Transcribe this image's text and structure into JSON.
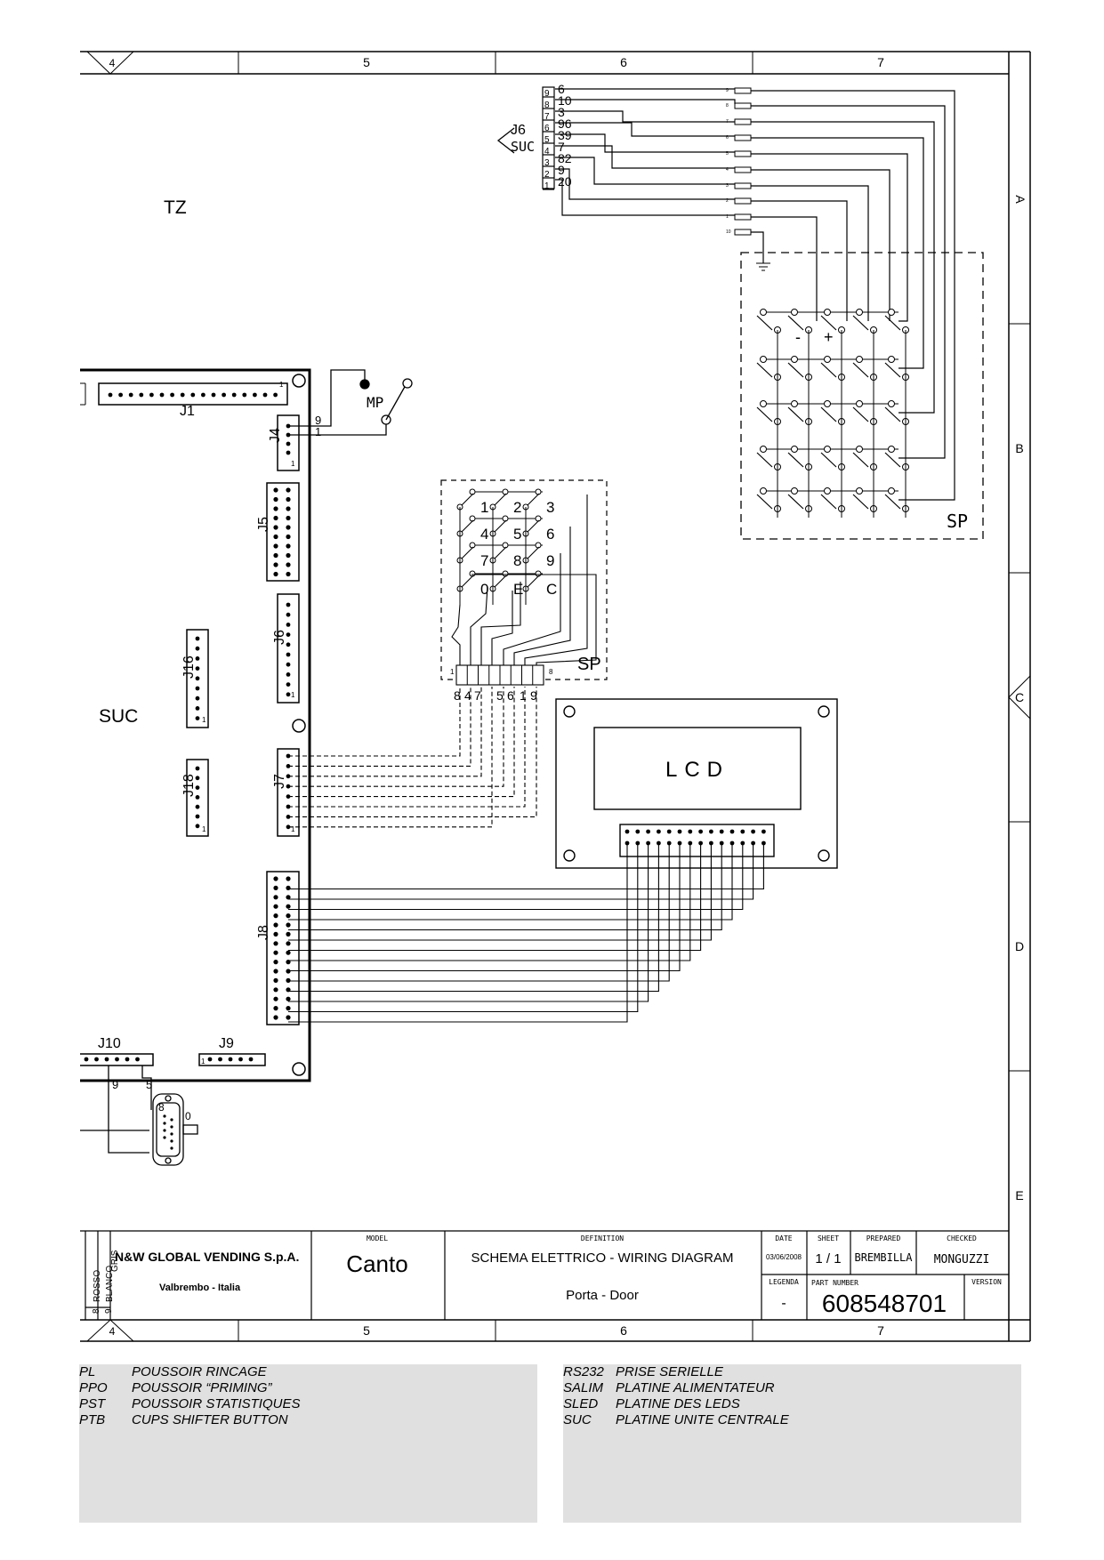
{
  "frame": {
    "columns": [
      "4",
      "5",
      "6",
      "7"
    ],
    "rows": [
      "A",
      "B",
      "C",
      "D",
      "E"
    ]
  },
  "labels": {
    "tz": "TZ",
    "suc": "SUC",
    "mp": "MP",
    "sp": "SP",
    "lcd": "LCD",
    "j6_arrow": "J6",
    "j6_arrow_sub": "SUC"
  },
  "connectors": [
    "J1",
    "J4",
    "J5",
    "J6",
    "J16",
    "J7",
    "J18",
    "J8",
    "J10",
    "J9"
  ],
  "pin_markers": {
    "one": "1",
    "nine": "9",
    "five": "5",
    "eight": "8",
    "zero": "0"
  },
  "j6_harness": {
    "pins": [
      "9",
      "8",
      "7",
      "6",
      "5",
      "4",
      "3",
      "2",
      "1"
    ],
    "wires": [
      "6",
      "10",
      "3",
      "96",
      "39",
      "7",
      "82",
      "9",
      "20"
    ],
    "terminals": [
      "9",
      "8",
      "7",
      "6",
      "5",
      "4",
      "3",
      "2",
      "1",
      "10"
    ]
  },
  "keypad": {
    "keys": [
      "1",
      "2",
      "3",
      "4",
      "5",
      "6",
      "7",
      "8",
      "9",
      "0",
      "E",
      "C"
    ],
    "bottom_pins": [
      "8",
      "4",
      "7",
      "5",
      "6",
      "1",
      "9"
    ],
    "header_first": "1",
    "header_last": "8"
  },
  "sp_matrix": {
    "minus": "-",
    "plus": "+"
  },
  "title_block": {
    "company": "N&W GLOBAL VENDING S.p.A.",
    "location": "Valbrembo - Italia",
    "model_label": "MODEL",
    "model": "Canto",
    "definition_label": "DEFINITION",
    "definition": "SCHEMA ELETTRICO - WIRING DIAGRAM",
    "subtitle": "Porta - Door",
    "date_label": "DATE",
    "date": "03/06/2008",
    "sheet_label": "SHEET",
    "sheet": "1 / 1",
    "prepared_label": "PREPARED",
    "prepared": "BREMBILLA",
    "checked_label": "CHECKED",
    "checked": "MONGUZZI",
    "legenda_label": "LEGENDA",
    "legenda": "-",
    "part_number_label": "PART NUMBER",
    "part_number": "608548701",
    "version_label": "VERSION",
    "side_labels": [
      "ROSSO",
      "GRIS",
      "BLANCO"
    ],
    "side_numbers": [
      "8",
      "9"
    ]
  },
  "legend_left": [
    {
      "code": "PL",
      "text": "POUSSOIR RINCAGE"
    },
    {
      "code": "PPO",
      "text": "POUSSOIR “PRIMING”"
    },
    {
      "code": "PST",
      "text": "POUSSOIR STATISTIQUES"
    },
    {
      "code": "PTB",
      "text": "CUPS SHIFTER BUTTON"
    }
  ],
  "legend_right": [
    {
      "code": "RS232",
      "text": "PRISE SERIELLE"
    },
    {
      "code": "SALIM",
      "text": "PLATINE ALIMENTATEUR"
    },
    {
      "code": "SLED",
      "text": "PLATINE DES LEDS"
    },
    {
      "code": "SUC",
      "text": "PLATINE UNITE CENTRALE"
    }
  ]
}
